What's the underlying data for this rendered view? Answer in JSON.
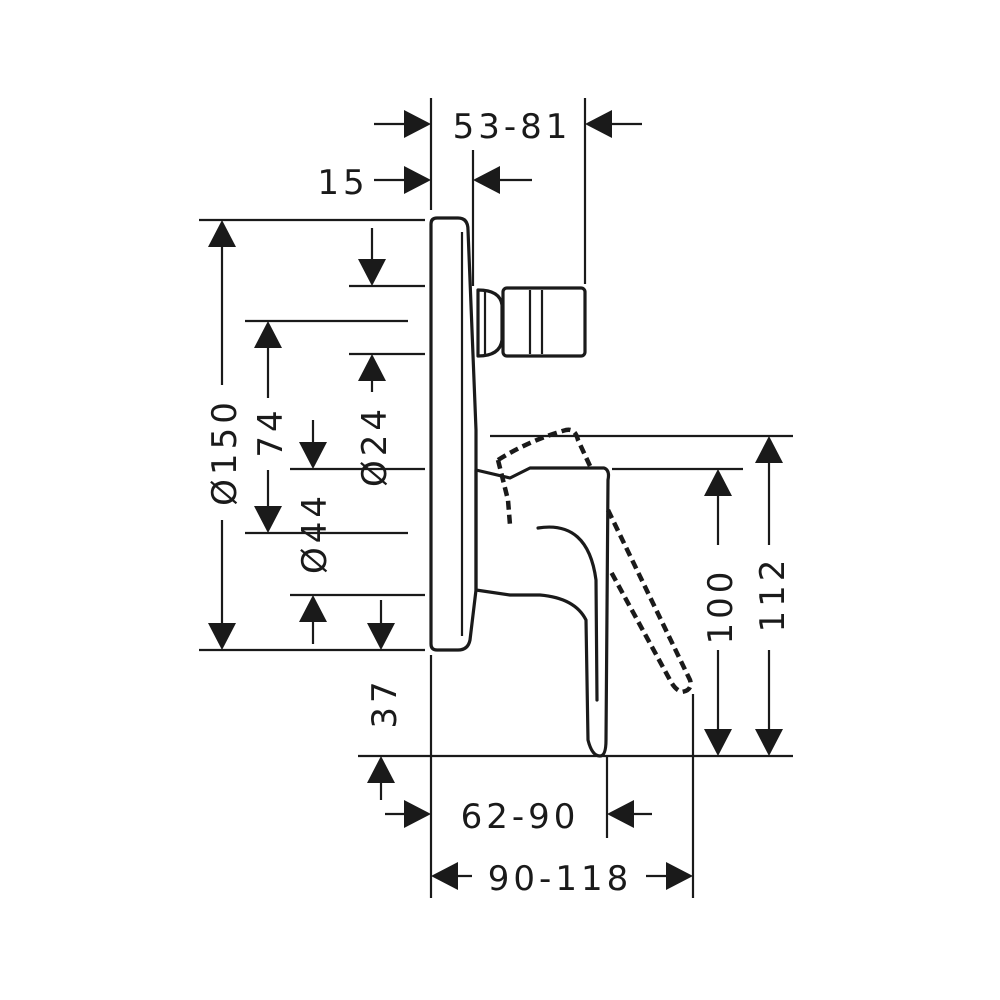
{
  "dimensions": {
    "d_53_81": "53-81",
    "d_15": "15",
    "d_150": "Ø150",
    "d_74": "74",
    "d_24": "Ø24",
    "d_44": "Ø44",
    "d_37": "37",
    "d_62_90": "62-90",
    "d_90_118": "90-118",
    "d_100": "100",
    "d_112": "112"
  },
  "colors": {
    "ink": "#1a1a1a",
    "background": "#ffffff"
  }
}
